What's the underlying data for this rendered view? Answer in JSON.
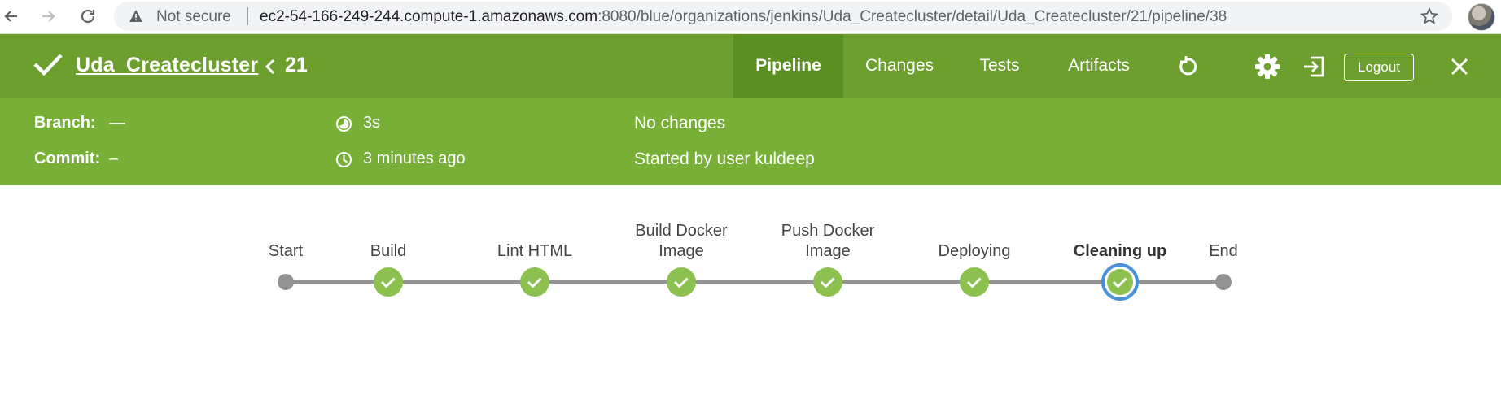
{
  "browser": {
    "security_label": "Not secure",
    "url_host": "ec2-54-166-249-244.compute-1.amazonaws.com",
    "url_path": ":8080/blue/organizations/jenkins/Uda_Createcluster/detail/Uda_Createcluster/21/pipeline/38"
  },
  "header": {
    "job_name": "Uda_Createcluster",
    "run_number": "21",
    "tabs": [
      {
        "label": "Pipeline",
        "active": true
      },
      {
        "label": "Changes",
        "active": false
      },
      {
        "label": "Tests",
        "active": false
      },
      {
        "label": "Artifacts",
        "active": false
      }
    ],
    "logout_label": "Logout",
    "icons": [
      "check-icon",
      "chevron-left-icon",
      "replay-icon",
      "gear-icon",
      "exit-icon",
      "close-icon"
    ],
    "colors": {
      "bar": "#6c9f2e",
      "active_tab": "#5a8f21",
      "subbar": "#78b037"
    }
  },
  "summary": {
    "branch_label": "Branch:",
    "branch_value": "—",
    "commit_label": "Commit:",
    "commit_value": "–",
    "duration": "3s",
    "started_ago": "3 minutes ago",
    "changes": "No changes",
    "started_by": "Started by user kuldeep"
  },
  "pipeline": {
    "stages": [
      {
        "label": "Start",
        "state": "start"
      },
      {
        "label": "Build",
        "state": "success"
      },
      {
        "label": "Lint HTML",
        "state": "success"
      },
      {
        "label": "Build Docker Image",
        "state": "success"
      },
      {
        "label": "Push Docker Image",
        "state": "success"
      },
      {
        "label": "Deploying",
        "state": "success"
      },
      {
        "label": "Cleaning up",
        "state": "success",
        "selected": true
      },
      {
        "label": "End",
        "state": "end"
      }
    ],
    "colors": {
      "success": "#8cc04f",
      "selected_ring": "#4a90d9",
      "line": "#949393"
    }
  }
}
